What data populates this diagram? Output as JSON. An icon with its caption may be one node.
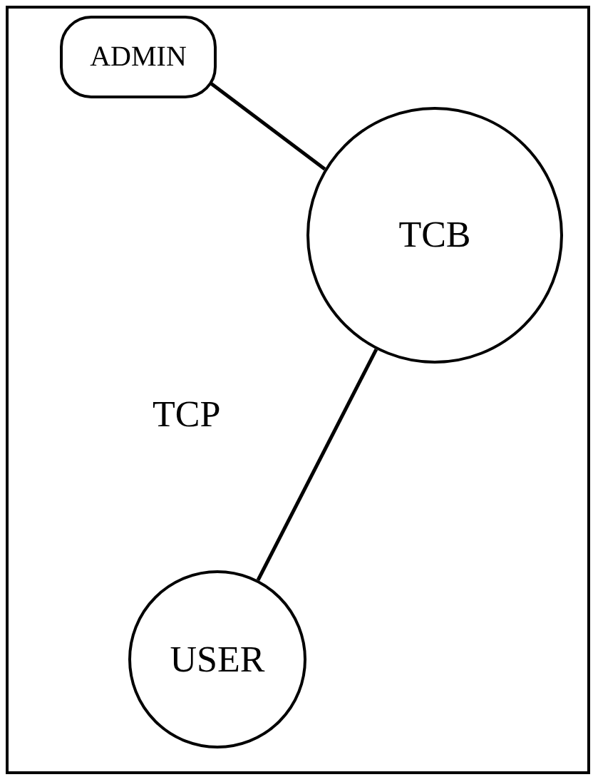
{
  "diagram": {
    "nodes": [
      {
        "text": [
          "ADMIN"
        ]
      },
      {
        "text": [
          "TCB"
        ]
      },
      {
        "text": [
          "USER"
        ]
      }
    ],
    "edges": [
      {
        "from": 0,
        "to": 1,
        "arrow": "none"
      },
      {
        "from": 1,
        "to": 2,
        "arrow": "none",
        "label": "TCP"
      }
    ]
  }
}
